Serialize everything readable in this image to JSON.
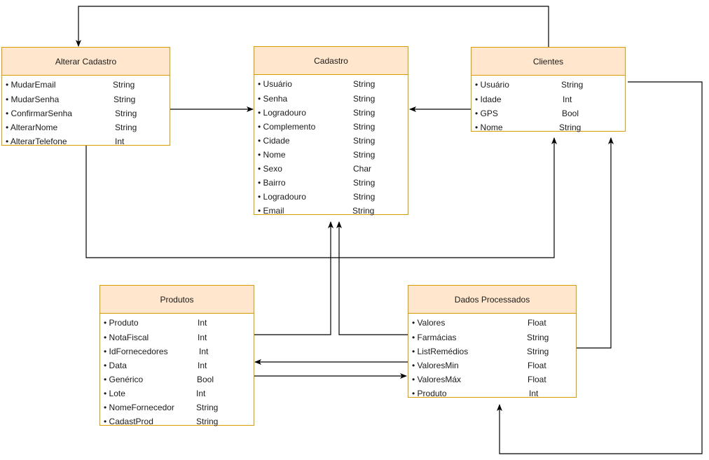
{
  "colors": {
    "header_fill": "#ffe6cc",
    "border": "#d79b00",
    "line": "#000000"
  },
  "entities": [
    {
      "id": "alterar-cadastro",
      "title": "Alterar Cadastro",
      "fields": [
        {
          "name": "MudarEmail",
          "type": "String"
        },
        {
          "name": "MudarSenha",
          "type": "String"
        },
        {
          "name": "ConfirmarSenha",
          "type": "String"
        },
        {
          "name": "AlterarNome",
          "type": "String"
        },
        {
          "name": "AlterarTelefone",
          "type": "Int"
        }
      ]
    },
    {
      "id": "cadastro",
      "title": "Cadastro",
      "fields": [
        {
          "name": "Usuário",
          "type": "String"
        },
        {
          "name": "Senha",
          "type": "String"
        },
        {
          "name": "Logradouro",
          "type": "String"
        },
        {
          "name": "Complemento",
          "type": "String"
        },
        {
          "name": "Cidade",
          "type": "String"
        },
        {
          "name": "Nome",
          "type": "String"
        },
        {
          "name": "Sexo",
          "type": "Char"
        },
        {
          "name": "Bairro",
          "type": "String"
        },
        {
          "name": "Logradouro",
          "type": "String"
        },
        {
          "name": "Email",
          "type": "String"
        }
      ]
    },
    {
      "id": "clientes",
      "title": "Clientes",
      "fields": [
        {
          "name": "Usuário",
          "type": "String"
        },
        {
          "name": "Idade",
          "type": "Int"
        },
        {
          "name": "GPS",
          "type": "Bool"
        },
        {
          "name": "Nome",
          "type": "String"
        }
      ]
    },
    {
      "id": "produtos",
      "title": "Produtos",
      "fields": [
        {
          "name": "Produto",
          "type": "Int"
        },
        {
          "name": "NotaFiscal",
          "type": "Int"
        },
        {
          "name": "IdFornecedores",
          "type": "Int"
        },
        {
          "name": "Data",
          "type": "Int"
        },
        {
          "name": "Genérico",
          "type": "Bool"
        },
        {
          "name": "Lote",
          "type": "Int"
        },
        {
          "name": "NomeFornecedor",
          "type": "String"
        },
        {
          "name": "CadastProd",
          "type": "String"
        }
      ]
    },
    {
      "id": "dados-processados",
      "title": "Dados Processados",
      "fields": [
        {
          "name": "Valores",
          "type": "Float"
        },
        {
          "name": "Farmácias",
          "type": "String"
        },
        {
          "name": "ListRemédios",
          "type": "String"
        },
        {
          "name": "ValoresMin",
          "type": "Float"
        },
        {
          "name": "ValoresMáx",
          "type": "Float"
        },
        {
          "name": "Produto",
          "type": "Int"
        }
      ]
    }
  ]
}
